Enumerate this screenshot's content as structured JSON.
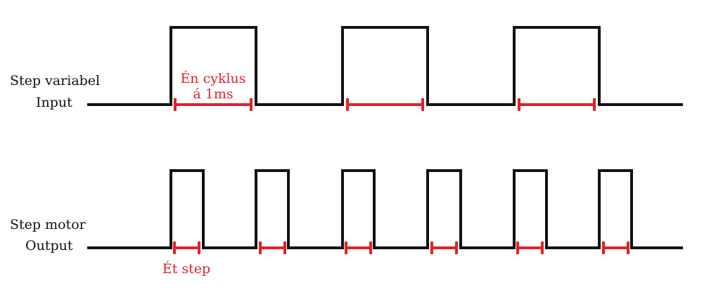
{
  "colors": {
    "signal": "#111111",
    "annotation": "#e02229",
    "background": "#ffffff"
  },
  "input_signal": {
    "label_line1": "Step variabel",
    "label_line2": "Input",
    "cycle_label_line1": "Én cyklus",
    "cycle_label_line2": "á 1ms",
    "pulse_count": 3
  },
  "output_signal": {
    "label_line1": "Step motor",
    "label_line2": "Output",
    "step_label": "Ét step",
    "pulse_count": 6
  }
}
